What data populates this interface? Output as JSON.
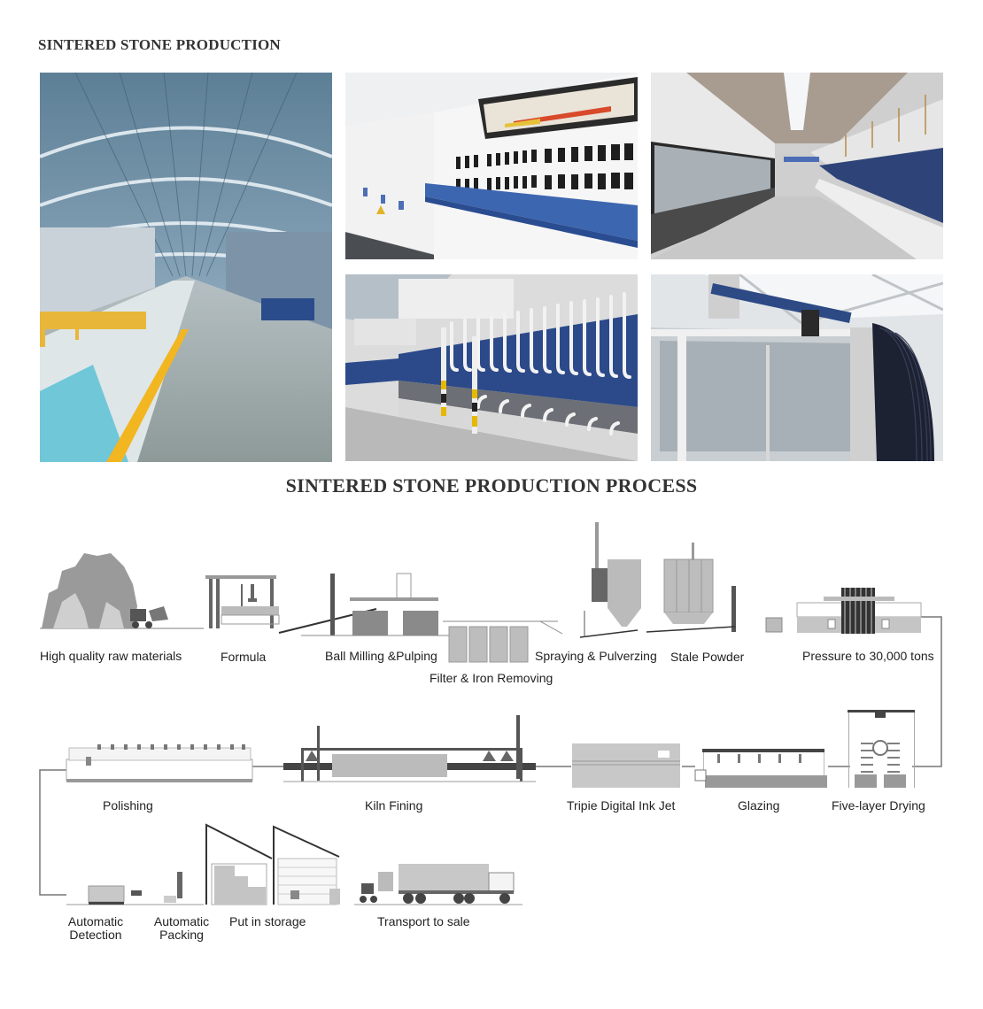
{
  "header": {
    "title": "SINTERED STONE PRODUCTION"
  },
  "photos": [
    {
      "id": "factory-hall",
      "desc": "Wide-angle factory hall with arched steel roof and yellow floor markings"
    },
    {
      "id": "kiln-control-panel",
      "desc": "Kiln control cabinet with rows of digital controllers and blue ledge"
    },
    {
      "id": "production-corridor",
      "desc": "Long production corridor with glass offices and kiln line"
    },
    {
      "id": "kiln-burner-pipes",
      "desc": "Kiln with blue body and rows of silver burner pipes"
    },
    {
      "id": "press-machine",
      "desc": "Enclosed press machine with glass guards and dark ribbed drum"
    }
  ],
  "process": {
    "title": "SINTERED STONE PRODUCTION PROCESS",
    "row1": [
      {
        "label": "High quality raw materials"
      },
      {
        "label": "Formula"
      },
      {
        "label": "Ball Milling &Pulping"
      },
      {
        "label": "Filter & Iron Removing"
      },
      {
        "label": "Spraying & Pulverzing"
      },
      {
        "label": "Stale Powder"
      },
      {
        "label": "Pressure to 30,000 tons"
      }
    ],
    "row2": [
      {
        "label": "Polishing"
      },
      {
        "label": "Kiln Fining"
      },
      {
        "label": "Tripie Digital Ink Jet"
      },
      {
        "label": "Glazing"
      },
      {
        "label": "Five-layer Drying"
      }
    ],
    "row3": [
      {
        "line1": "Automatic",
        "line2": "Detection"
      },
      {
        "line1": "Automatic",
        "line2": "Packing"
      },
      {
        "label": "Put in storage"
      },
      {
        "label": "Transport to sale"
      }
    ]
  },
  "colors": {
    "title": "#333333",
    "line_gray": "#777777",
    "machine_gray": "#bbbbbb",
    "machine_dark": "#555555",
    "kiln_blue": "#2c4a8a"
  }
}
